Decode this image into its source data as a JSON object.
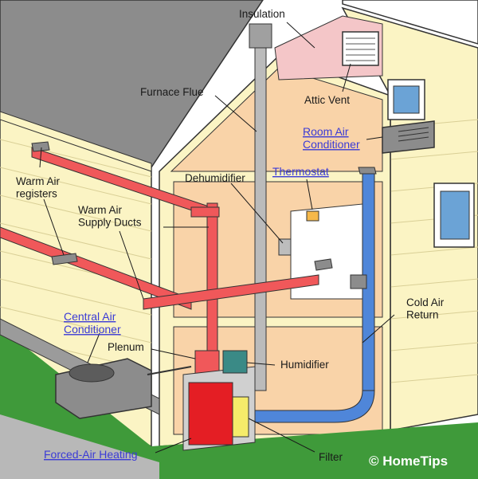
{
  "diagram": {
    "labels": {
      "insulation": "Insulation",
      "furnace_flue": "Furnace Flue",
      "attic_vent": "Attic Vent",
      "room_air_conditioner": "Room Air\nConditioner",
      "thermostat": "Thermostat",
      "dehumidifier": "Dehumidifier",
      "warm_air_registers": "Warm Air\nregisters",
      "warm_air_supply_ducts": "Warm Air\nSupply Ducts",
      "cold_air_return": "Cold Air\nReturn",
      "central_air_conditioner": "Central Air\nConditioner",
      "plenum": "Plenum",
      "humidifier": "Humidifier",
      "forced_air_heating": "Forced-Air Heating",
      "filter": "Filter"
    },
    "brand": "© HomeTips",
    "colors": {
      "warm_duct": "#f0585a",
      "cold_duct": "#4f86d9",
      "wall": "#fbf4c4",
      "interior": "#f9d3a8",
      "roof": "#8c8c8c",
      "lawn": "#3f9a3a",
      "link": "#3b3bd6"
    }
  }
}
